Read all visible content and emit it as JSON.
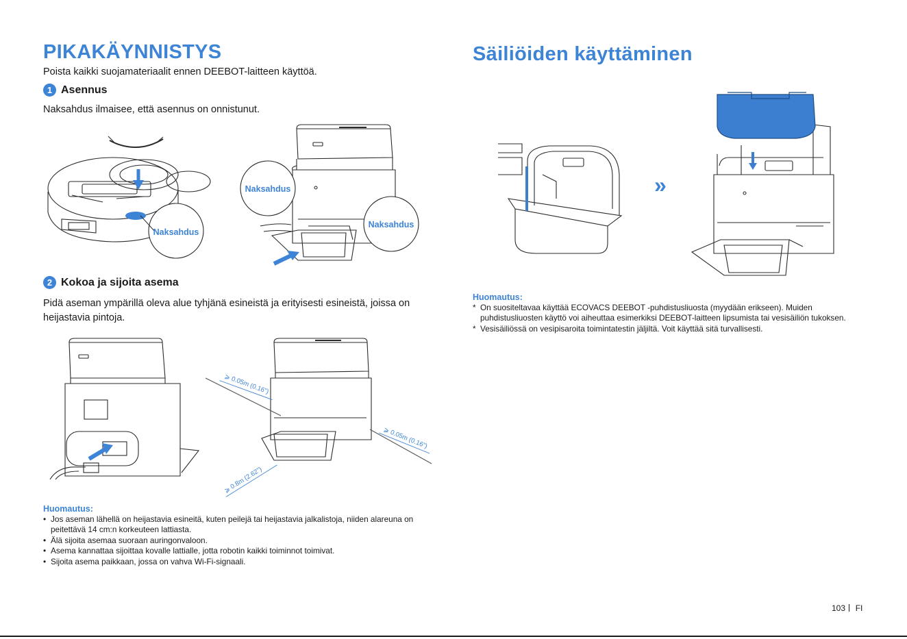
{
  "left": {
    "title": "PIKAKÄYNNISTYS",
    "intro": "Poista kaikki suojamateriaalit ennen DEEBOT-laitteen käyttöä.",
    "step1": {
      "number": "1",
      "title": "Asennus",
      "text": "Naksahdus ilmaisee, että asennus on onnistunut."
    },
    "callouts": {
      "robot": "Naksahdus",
      "station_left": "Naksahdus",
      "station_right": "Naksahdus"
    },
    "step2": {
      "number": "2",
      "title": "Kokoa ja sijoita asema",
      "text": "Pidä aseman ympärillä oleva alue tyhjänä esineistä ja erityisesti esineistä, joissa on heijastavia pintoja."
    },
    "clearances": {
      "side_top": "⩾ 0.05m (0.16\")",
      "side_right": "⩾ 0.05m (0.16\")",
      "front": "⩾ 0.8m (2.62\")"
    },
    "note": {
      "title": "Huomautus:",
      "bullet": "•",
      "items": [
        "Jos aseman lähellä on heijastavia esineitä, kuten peilejä tai heijastavia jalkalistoja, niiden alareuna on peitettävä 14 cm:n korkeuteen lattiasta.",
        "Älä sijoita asemaa suoraan auringonvaloon.",
        "Asema kannattaa sijoittaa kovalle lattialle, jotta robotin kaikki toiminnot toimivat.",
        "Sijoita asema paikkaan, jossa on vahva Wi-Fi-signaali."
      ]
    }
  },
  "right": {
    "title": "Säiliöiden käyttäminen",
    "arrow": "»",
    "note": {
      "title": "Huomautus:",
      "bullet": "*",
      "items": [
        "On suositeltavaa käyttää ECOVACS DEEBOT -puhdistusliuosta (myydään erikseen). Muiden puhdistusliuosten käyttö voi aiheuttaa esimerkiksi DEEBOT-laitteen lipsumista tai vesisäiliön tukoksen.",
        "Vesisäiliössä on vesipisaroita toimintatestin jäljiltä. Voit käyttää sitä turvallisesti."
      ]
    }
  },
  "footer": {
    "page": "103",
    "lang": "FI"
  },
  "colors": {
    "accent": "#3d84d6",
    "tank_blue": "#3c7fd0",
    "line": "#2a2a2a"
  }
}
